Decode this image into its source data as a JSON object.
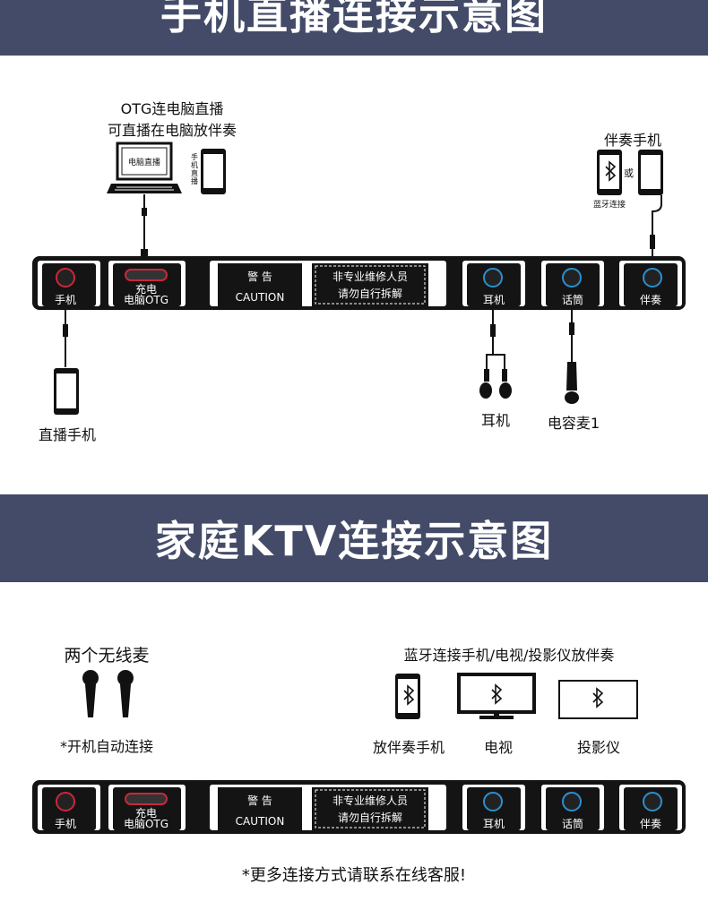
{
  "section1": {
    "title": "手机直播连接示意图",
    "otg_note_line1": "OTG连电脑直播",
    "otg_note_line2": "可直播在电脑放伴奏",
    "laptop_screen": "电脑直播",
    "phone_side_label": "手机直播",
    "accomp_phone": "伴奏手机",
    "or": "或",
    "bt_connect": "蓝牙连接",
    "live_phone": "直播手机",
    "earphones": "耳机",
    "condenser_mic": "电容麦1"
  },
  "section2": {
    "title": "家庭KTV连接示意图",
    "two_mics": "两个无线麦",
    "auto_connect": "*开机自动连接",
    "bt_desc": "蓝牙连接手机/电视/投影仪放伴奏",
    "phone": "放伴奏手机",
    "tv": "电视",
    "projector": "投影仪",
    "footer": "*更多连接方式请联系在线客服!"
  },
  "panel": {
    "phone": "手机",
    "charge_line1": "充电",
    "charge_line2": "电脑OTG",
    "warning_cn": "警 告",
    "warning_en": "CAUTION",
    "notice_line1": "非专业维修人员",
    "notice_line2": "请勿自行拆解",
    "earphone": "耳机",
    "mic": "话筒",
    "accomp": "伴奏"
  },
  "colors": {
    "banner": "#434b68",
    "panel": "#141414",
    "red_ring": "#c8283c",
    "blue_ring": "#2a8fd0"
  }
}
